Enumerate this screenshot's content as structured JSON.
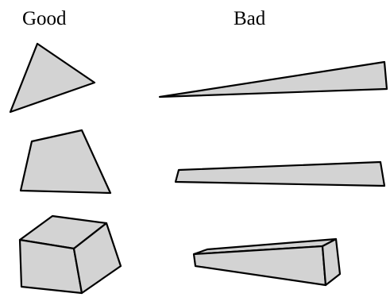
{
  "columns": {
    "good": {
      "label": "Good"
    },
    "bad": {
      "label": "Bad"
    }
  },
  "colors": {
    "fill": "#d3d3d3",
    "stroke": "#000000",
    "background": "#ffffff"
  },
  "rows": [
    {
      "name": "triangle",
      "good": "well-shaped-triangle",
      "bad": "sliver-triangle"
    },
    {
      "name": "quadrilateral",
      "good": "well-shaped-quadrilateral",
      "bad": "sliver-quadrilateral"
    },
    {
      "name": "hexahedron",
      "good": "well-shaped-hexahedron",
      "bad": "flattened-hexahedron"
    }
  ]
}
